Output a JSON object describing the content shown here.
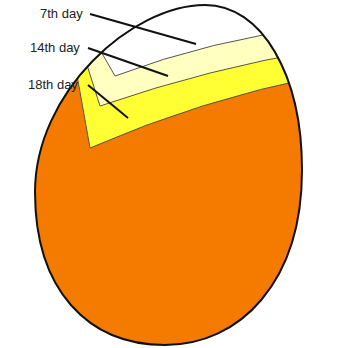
{
  "diagram": {
    "labels": [
      "7th day",
      "14th day",
      "18th day"
    ]
  }
}
